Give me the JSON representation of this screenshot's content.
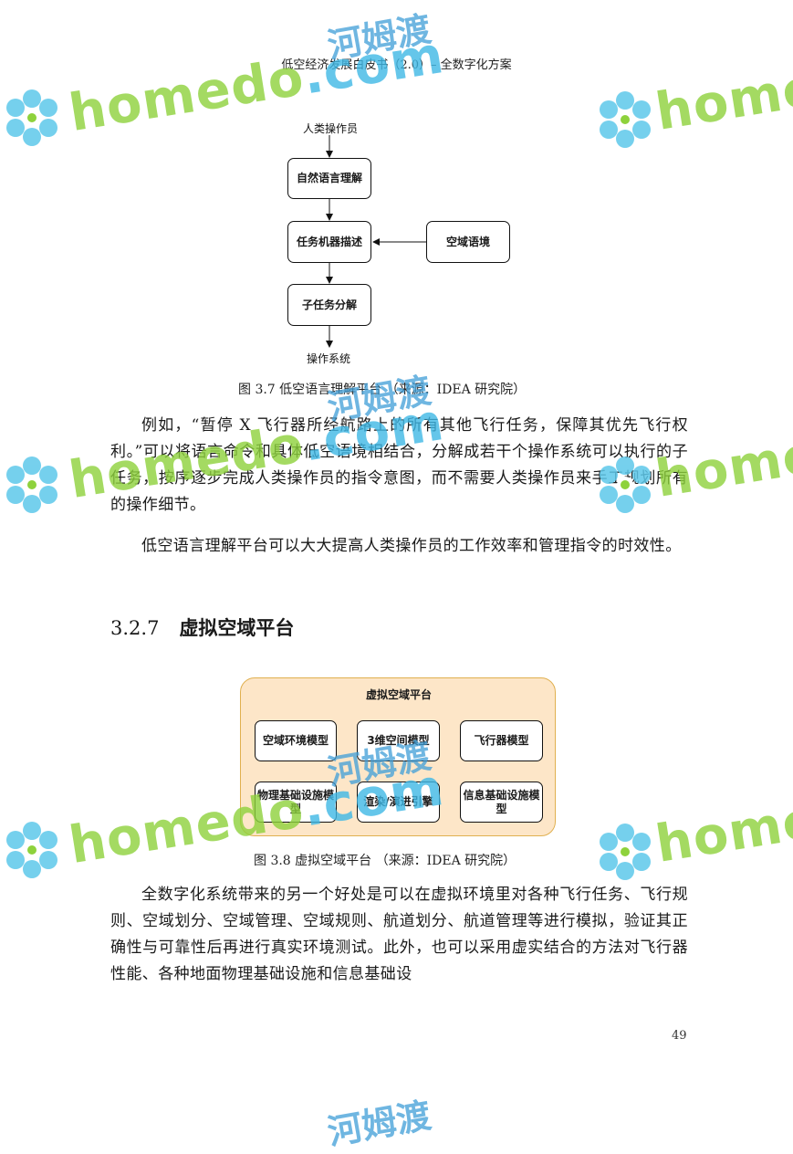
{
  "header": "低空经济发展白皮书（2.0）– 全数字化方案",
  "figure1": {
    "top_label": "人类操作员",
    "boxes": {
      "nlu": "自然语言理解",
      "task": "任务机器描述",
      "context": "空域语境",
      "subtask": "子任务分解"
    },
    "bottom_label": "操作系统",
    "caption": "图 3.7 低空语言理解平台 （来源：IDEA 研究院）"
  },
  "paragraphs": [
    "例如，“暂停 X 飞行器所经航路上的所有其他飞行任务，保障其优先飞行权利。”可以将语言命令和具体低空语境相结合，分解成若干个操作系统可以执行的子任务，按序逐步完成人类操作员的指令意图，而不需要人类操作员来手工规划所有的操作细节。",
    "低空语言理解平台可以大大提高人类操作员的工作效率和管理指令的时效性。"
  ],
  "section": {
    "number": "3.2.7",
    "title": "虚拟空域平台"
  },
  "figure2": {
    "title": "虚拟空域平台",
    "boxes": [
      "空域环境模型",
      "3维空间模型",
      "飞行器模型",
      "物理基础设施模型",
      "渲染/演进引擎",
      "信息基础设施模型"
    ],
    "caption": "图 3.8 虚拟空域平台 （来源：IDEA 研究院）"
  },
  "closing_paragraph": "全数字化系统带来的另一个好处是可以在虚拟环境里对各种飞行任务、飞行规则、空域划分、空域管理、空域规则、航道划分、航道管理等进行模拟，验证其正确性与可靠性后再进行真实环境测试。此外，也可以采用虚实结合的方法对飞行器性能、各种地面物理基础设施和信息基础设",
  "page_number": "49",
  "watermark": {
    "brand": "homedo",
    "dotcom": ".com",
    "cn": "河姆渡",
    "partial": "homed"
  }
}
